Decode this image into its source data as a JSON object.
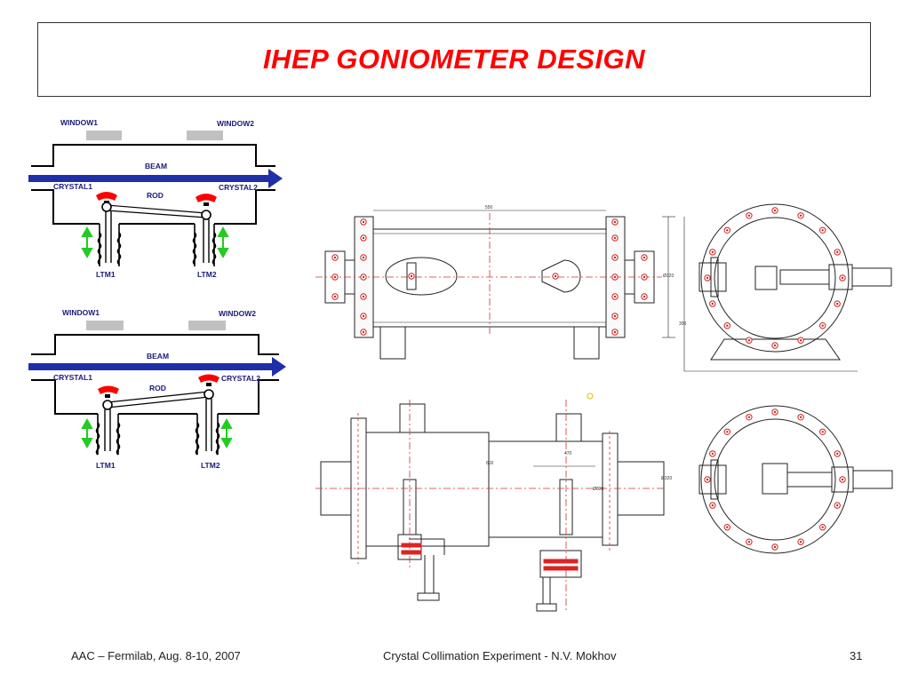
{
  "title": "IHEP GONIOMETER DESIGN",
  "schematic_top": {
    "window1": "WINDOW1",
    "window2": "WINDOW2",
    "beam": "BEAM",
    "crystal1": "CRYSTAL1",
    "crystal2": "CRYSTAL2",
    "rod": "ROD",
    "ltm1": "LTM1",
    "ltm2": "LTM2"
  },
  "schematic_bottom": {
    "window1": "WINDOW1",
    "window2": "WINDOW2",
    "beam": "BEAM",
    "crystal1": "CRYSTAL1",
    "crystal2": "CRYSTAL2",
    "rod": "ROD",
    "ltm1": "LTM1",
    "ltm2": "LTM2"
  },
  "drawing_dims": {
    "side_length": "550",
    "side_height": "300",
    "side_flange": "Ø320",
    "top_length": "600",
    "top_offset": "470",
    "top_dia": "Ø300",
    "end_flange": "Ø320"
  },
  "footer": {
    "left": "AAC – Fermilab, Aug. 8-10, 2007",
    "center": "Crystal Collimation Experiment -  N.V. Mokhov",
    "page": "31"
  },
  "colors": {
    "title": "#ff0000",
    "beam_arrow": "#1f2fa8",
    "label": "#1a1a7a",
    "crystal": "#ff0000",
    "arrow": "#22cc22",
    "window": "#c0c0c0",
    "drawing_line": "#222222",
    "center_line": "#cc3333"
  }
}
